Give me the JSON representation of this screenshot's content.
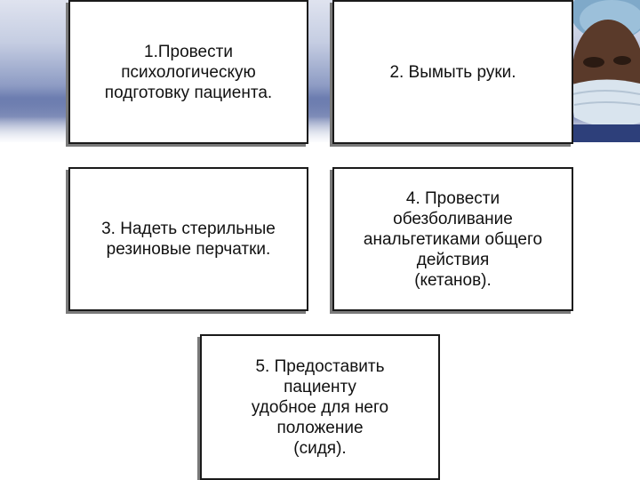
{
  "steps": [
    {
      "text": "1.Провести\nпсихологическую\nподготовку пациента."
    },
    {
      "text": "2. Вымыть руки."
    },
    {
      "text": "3. Надеть стерильные\nрезиновые перчатки."
    },
    {
      "text": "4. Провести\nобезболивание\nанальгетиками общего\nдействия\n(кетанов)."
    },
    {
      "text": "5. Предоставить\nпациенту\nудобное для него\nположение\n(сидя)."
    }
  ],
  "colors": {
    "banner": "#3a4f92",
    "border": "#1a1a1a",
    "text": "#111111"
  },
  "decor": {
    "photo": "doctor-in-surgical-mask"
  }
}
